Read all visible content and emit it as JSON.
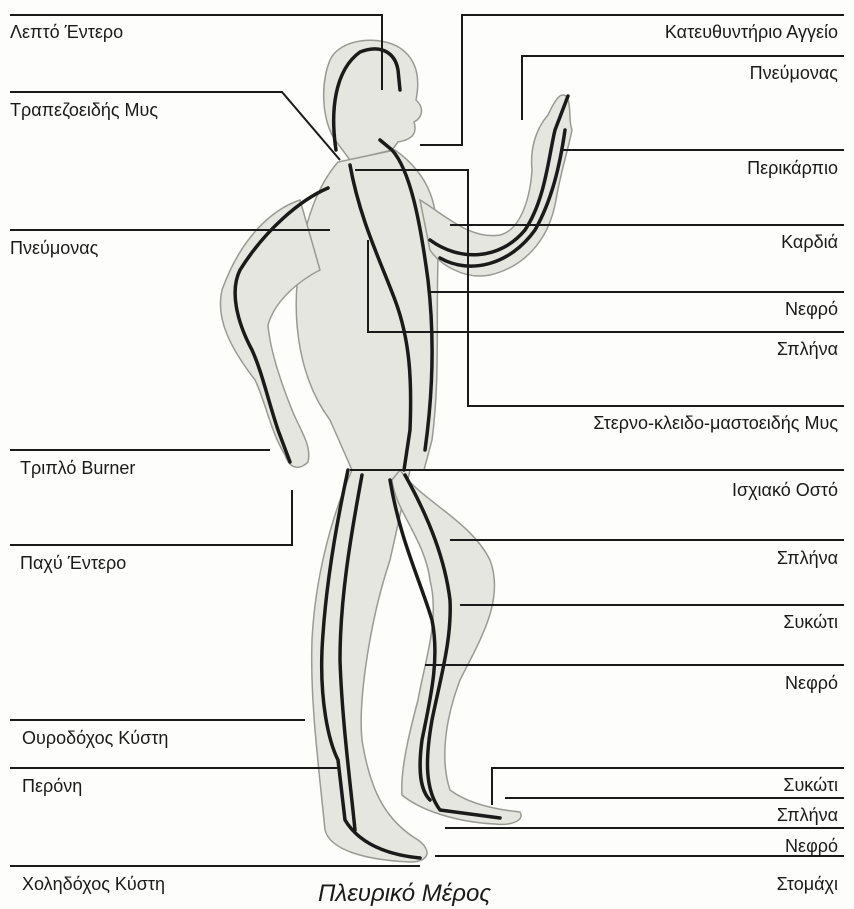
{
  "left_labels": [
    "Λεπτό Έντερο",
    "Τραπεζοειδής Μυς",
    "Πνεύμονας",
    "Τριπλό Burner",
    "Παχύ Έντερο",
    "Ουροδόχος Κύστη",
    "Περόνη",
    "Χοληδόχος Κύστη"
  ],
  "right_labels": [
    "Κατευθυντήριο Αγγείο",
    "Πνεύμονας",
    "Περικάρπιο",
    "Καρδιά",
    "Νεφρό",
    "Σπλήνα",
    "Στερνο-κλειδο-μαστοειδής Μυς",
    "Ισχιακό Οστό",
    "Σπλήνα",
    "Συκώτι",
    "Νεφρό",
    "Συκώτι",
    "Σπλήνα",
    "Νεφρό",
    "Στομάχι"
  ],
  "caption": "Πλευρικό Μέρος",
  "colors": {
    "line": "#1a1a1a",
    "body_shade": "#dcdcd6",
    "paper": "#fdfdfb"
  }
}
